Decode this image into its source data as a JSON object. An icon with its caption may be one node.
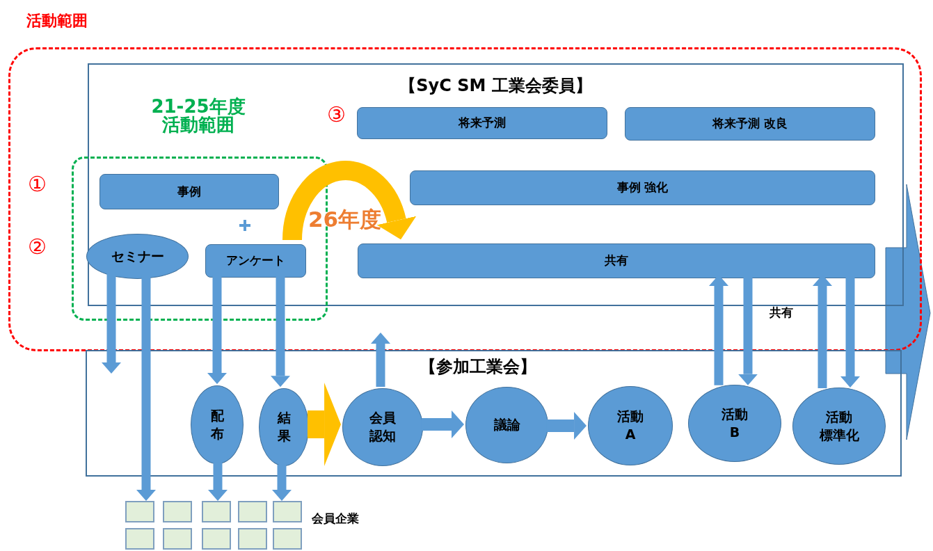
{
  "diagram": {
    "nodes": [
      {
        "text": [
          "活動範囲"
        ]
      },
      {
        "text": [
          "【SyC SM 工業会委員】"
        ],
        "in": 0
      },
      {
        "text": [],
        "shape": "box",
        "in": 0
      },
      {
        "text": [
          "事例"
        ],
        "in": 2
      },
      {
        "text": [
          "セミナー"
        ],
        "in": 2
      },
      {
        "text": [
          "アンケート"
        ],
        "in": 2
      },
      {
        "text": [
          "将来予測"
        ],
        "in": 1
      },
      {
        "text": [
          "将来予測 改良"
        ],
        "in": 1
      },
      {
        "text": [
          "事例 強化"
        ],
        "in": 1
      },
      {
        "text": [
          "共有"
        ],
        "in": 1
      },
      {
        "text": [
          "【参加工業会】"
        ]
      },
      {
        "text": [
          "配布"
        ],
        "in": 10
      },
      {
        "text": [
          "結果"
        ],
        "in": 10
      },
      {
        "text": [
          "会員認知"
        ],
        "in": 10
      },
      {
        "text": [
          "議論"
        ],
        "in": 10
      },
      {
        "text": [
          "活動 A"
        ],
        "in": 10
      },
      {
        "text": [
          "活動 B"
        ],
        "in": 10
      },
      {
        "text": [
          "活動標準化"
        ],
        "in": 10
      },
      {
        "text": [],
        "shape": "box"
      },
      {
        "text": [],
        "shape": "box"
      },
      {
        "text": [],
        "shape": "box"
      },
      {
        "text": [],
        "shape": "box"
      },
      {
        "text": [],
        "shape": "box"
      },
      {
        "text": [],
        "shape": "box"
      },
      {
        "text": [],
        "shape": "box"
      },
      {
        "text": [],
        "shape": "box"
      },
      {
        "text": [],
        "shape": "box"
      },
      {
        "text": [],
        "shape": "box"
      }
    ],
    "edges": [
      {
        "from": 4,
        "to": 10,
        "arrow": "to"
      },
      {
        "from": 4,
        "to": 18,
        "arrow": "to"
      },
      {
        "from": 5,
        "to": 11,
        "arrow": "to"
      },
      {
        "from": 5,
        "to": 12,
        "arrow": "to"
      },
      {
        "from": 11,
        "to": 20,
        "arrow": "to"
      },
      {
        "from": 12,
        "to": 22,
        "arrow": "to"
      },
      {
        "from": 12,
        "to": 13,
        "arrow": "to",
        "style": "thick",
        "color": "#ffc000"
      },
      {
        "from": 13,
        "to": null,
        "arrow": "to"
      },
      {
        "from": 13,
        "to": 14,
        "arrow": "to"
      },
      {
        "from": 14,
        "to": 15,
        "arrow": "to"
      },
      {
        "from": 16,
        "to": 9,
        "arrow": "to"
      },
      {
        "from": 9,
        "to": 16,
        "arrow": "to"
      },
      {
        "from": 17,
        "to": 9,
        "arrow": "to"
      },
      {
        "from": 9,
        "to": 17,
        "arrow": "to"
      },
      {
        "from": 5,
        "to": 9,
        "arrow": "to",
        "label": "26年度",
        "style": "thick",
        "color": "#ffc000"
      }
    ],
    "labels": [
      "21-25年度活動範囲",
      "③",
      "①",
      "②",
      "共有",
      "会員企業"
    ]
  }
}
